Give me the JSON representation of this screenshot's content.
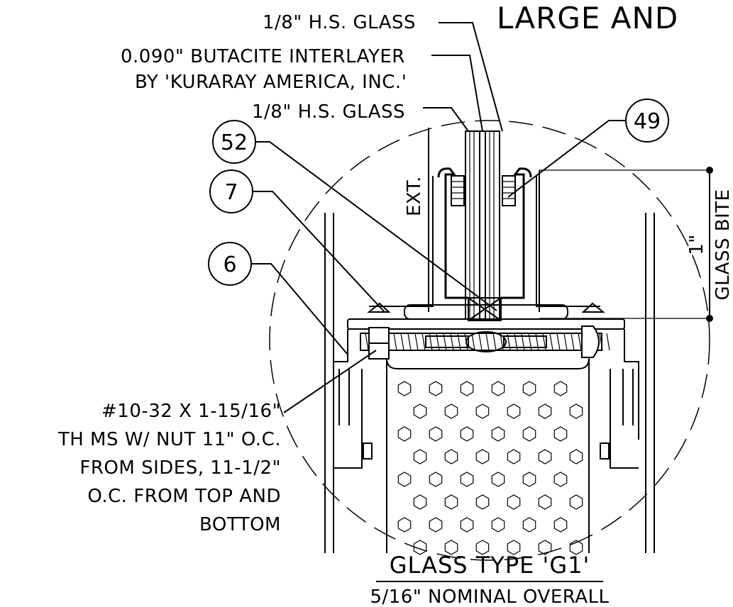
{
  "title_fragment": "LARGE AND",
  "labels": {
    "glass_outer": "1/8\" H.S. GLASS",
    "interlayer_line1": "0.090\" BUTACITE INTERLAYER",
    "interlayer_line2": "BY 'KURARAY AMERICA, INC.'",
    "glass_inner": "1/8\" H.S. GLASS",
    "exterior": "EXT.",
    "glass_bite_dim": "1\"",
    "glass_bite": "GLASS BITE"
  },
  "callouts": [
    {
      "id": "tag-52",
      "text": "52"
    },
    {
      "id": "tag-49",
      "text": "49"
    },
    {
      "id": "tag-7",
      "text": "7"
    },
    {
      "id": "tag-6",
      "text": "6"
    }
  ],
  "fastener_note": [
    "#10-32 X 1-15/16\"",
    "TH MS W/ NUT 11\" O.C.",
    "FROM SIDES, 11-1/2\"",
    "O.C. FROM TOP AND",
    "BOTTOM"
  ],
  "glass_type": {
    "title": "GLASS TYPE 'G1'",
    "subtitle": "5/16\" NOMINAL OVERALL"
  }
}
